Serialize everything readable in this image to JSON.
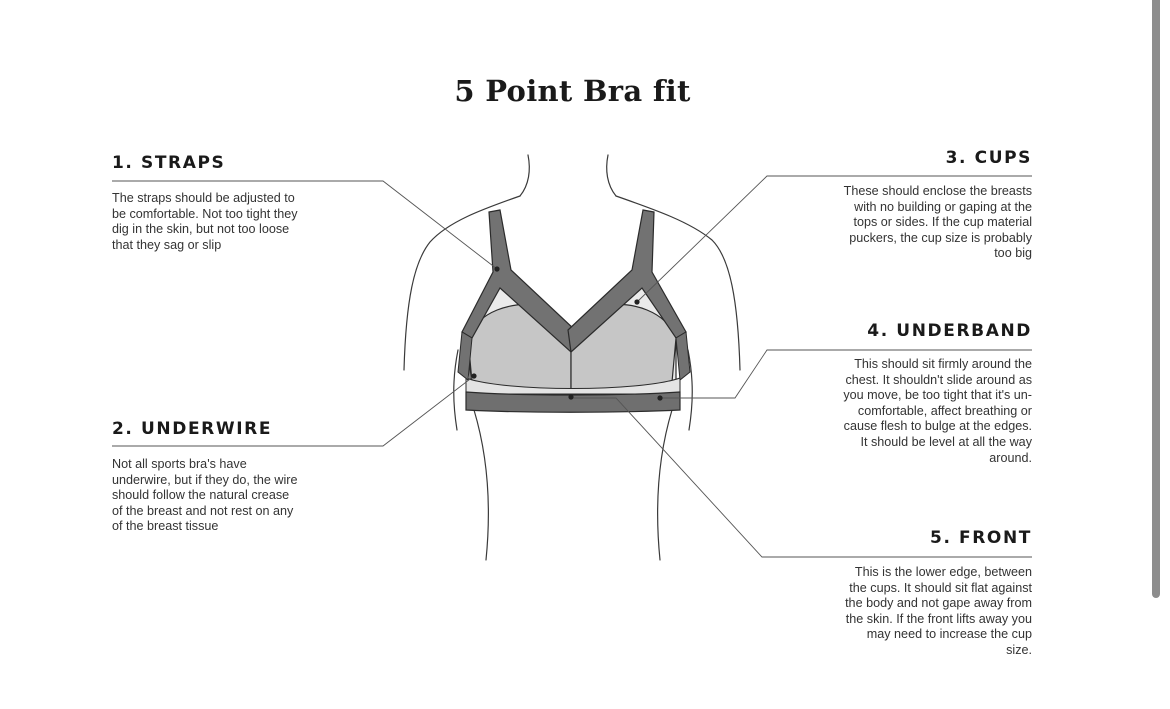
{
  "title": "5 Point Bra fit",
  "sections": [
    {
      "heading": "1. STRAPS",
      "lines": [
        "The straps should be adjusted to",
        "be comfortable. Not too tight they",
        "dig in the skin, but not too loose",
        "that they sag or slip"
      ]
    },
    {
      "heading": "2. UNDERWIRE",
      "lines": [
        "Not all sports bra's have",
        "underwire, but if they do, the wire",
        "should follow the natural crease",
        "of the breast and not rest on any",
        "of the breast tissue"
      ]
    },
    {
      "heading": "3. CUPS",
      "lines": [
        "These should enclose the breasts",
        "with no building or gaping at the",
        "tops or sides. If the cup material",
        "puckers, the cup size is probably",
        "too big"
      ]
    },
    {
      "heading": "4. UNDERBAND",
      "lines": [
        "This should sit firmly around the",
        "chest. It shouldn't slide around as",
        "you move, be too tight that it's un-",
        "comfortable, affect breathing or",
        "cause flesh to bulge at the edges.",
        "It should be level at all the way",
        "around."
      ]
    },
    {
      "heading": "5. FRONT",
      "lines": [
        "This is the lower edge, between",
        "the cups. It should sit flat against",
        "the body and not gape away from",
        "the skin. If the front lifts away you",
        "may need to increase the cup",
        "size."
      ]
    }
  ],
  "colors": {
    "strap": "#6f6f6f",
    "cup": "#c9c9c9",
    "cup_upper": "#e9e9e9",
    "band": "#6f6f6f",
    "outline": "#2b2b2b",
    "leader": "#555555"
  }
}
